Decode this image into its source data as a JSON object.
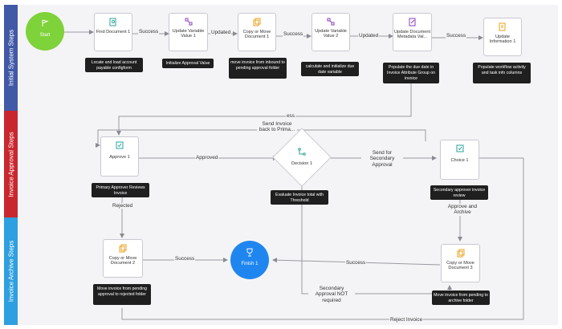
{
  "lanes": [
    {
      "label": "Initial System Steps",
      "color": "#4159a6"
    },
    {
      "label": "Invoice Approval Steps",
      "color": "#c9272e"
    },
    {
      "label": "Invoice Archive Steps",
      "color": "#2e9fe0"
    }
  ],
  "start_label": "Start",
  "finish_label": "Finish 1",
  "decision_label": "Decision 1",
  "nodes": {
    "find_document": "Find Document 1",
    "update_variable_1": "Update Variable Value 1",
    "copy_move_1": "Copy or Move Document 1",
    "update_variable_2": "Update Variable Value 2",
    "update_metadata": "Update Document Metadata Val...",
    "update_information": "Update Information 1",
    "approve": "Approve 1",
    "choice": "Choice 1",
    "copy_move_2": "Copy or Move Document 2",
    "copy_move_3": "Copy or Move Document 3"
  },
  "notes": {
    "find_document": "Locate and load account payable configform",
    "update_variable_1": "Initialize Approval Value",
    "copy_move_1": "move invoice from inbound to pending approval folder",
    "update_variable_2": "calculate and initialize due date variable",
    "update_metadata": "Populate the due date in Invoice Attribute Group on invoice",
    "update_information": "Populate workflow activity and task info columns",
    "approve": "Primary Approver Reviews Invoice",
    "decision": "Evaluate Invoice total with Threshold",
    "choice": "Secondary approver invoice review",
    "copy_move_2": "Move invoice from pending approval to rejected folder",
    "copy_move_3": "Move invoice from pending to archive folder"
  },
  "edge_labels": {
    "success_1": "Success",
    "updated_1": "Updated",
    "success_2": "Success",
    "updated_2": "Updated",
    "success_3": "Success",
    "send_back": "Send Invoice back to Prima...",
    "ess": "ess",
    "approved": "Approved",
    "send_secondary": "Send for Secondary Approval",
    "rejected": "Rejected",
    "approve_archive": "Approve and Archive",
    "success_finish_left": "Success",
    "success_finish_right": "Success",
    "secondary_not_required": "Secondary Approval NOT required",
    "reject_invoice": "Reject Invoice"
  },
  "colors": {
    "start": "#7ed23a",
    "finish": "#1f86f0",
    "icon_teal": "#2aa39a",
    "icon_purple": "#8b3dbd",
    "icon_amber": "#e8a21d",
    "connector": "#9a9aa3"
  },
  "icons": {
    "start": "flag-icon",
    "find_document": "document-search-icon",
    "update_variable": "variable-icon",
    "copy_move": "copy-icon",
    "update_metadata": "document-edit-icon",
    "update_information": "info-icon",
    "approve": "check-square-icon",
    "decision": "branch-icon",
    "finish": "trophy-icon"
  }
}
